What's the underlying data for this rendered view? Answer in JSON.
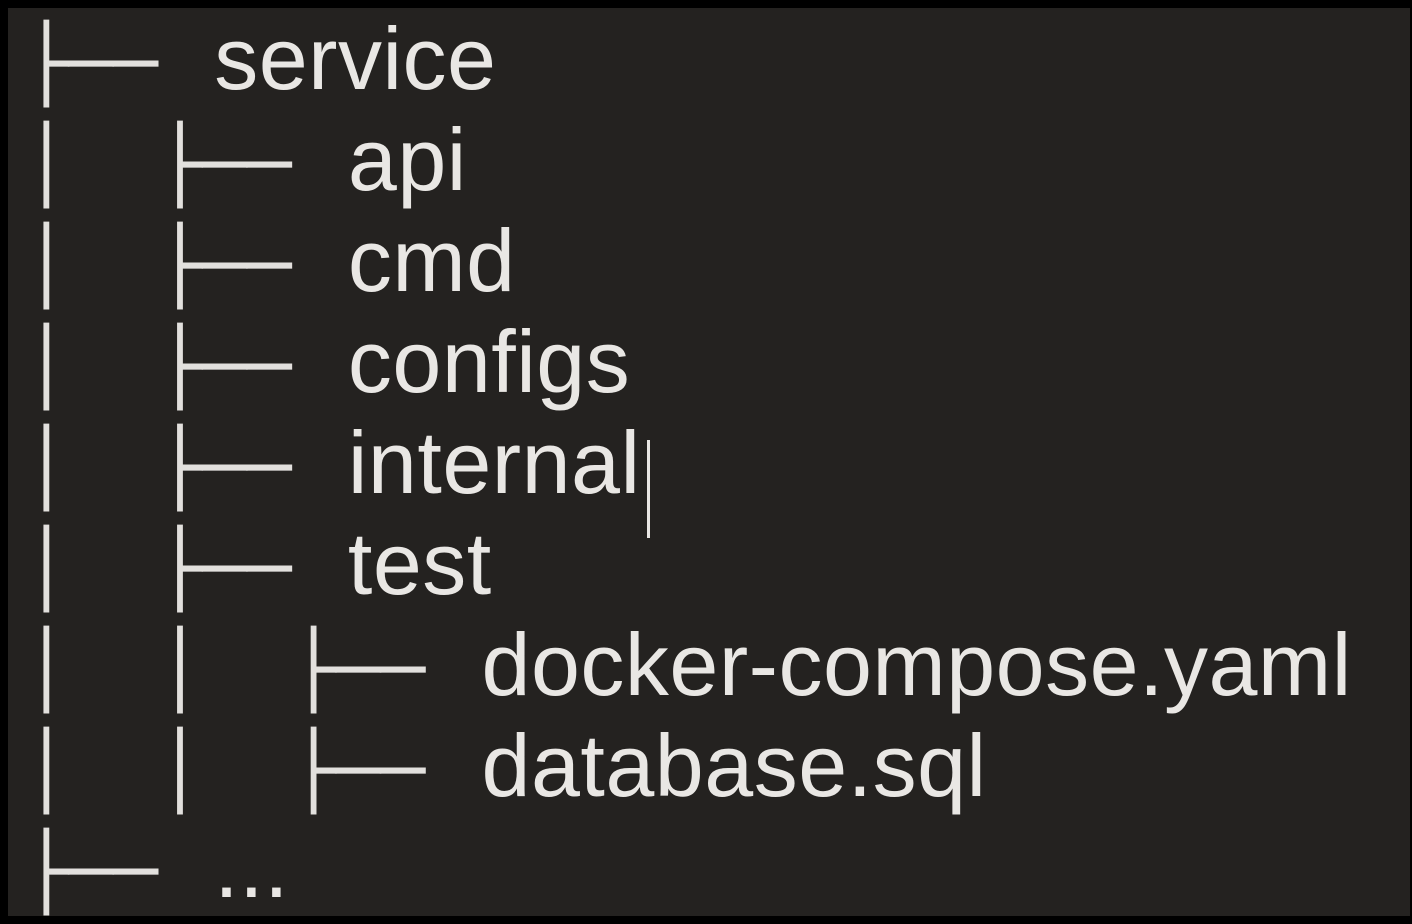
{
  "window": {
    "background_color": "#242220",
    "frame_color": "#000000",
    "text_color": "#e9e7e4",
    "tree_line_color": "#e2e0dd"
  },
  "tree": {
    "rows": [
      {
        "prefix": "├── ",
        "label": "service"
      },
      {
        "prefix": "│  ├── ",
        "label": "api"
      },
      {
        "prefix": "│  ├── ",
        "label": "cmd"
      },
      {
        "prefix": "│  ├── ",
        "label": "configs"
      },
      {
        "prefix": "│  ├── ",
        "label": "internal",
        "caret_after_label": true
      },
      {
        "prefix": "│  ├── ",
        "label": "test"
      },
      {
        "prefix": "│  │  ├── ",
        "label": "docker-compose.yaml"
      },
      {
        "prefix": "│  │  ├── ",
        "label": "database.sql"
      },
      {
        "prefix": "├── ",
        "label": "..."
      }
    ]
  }
}
